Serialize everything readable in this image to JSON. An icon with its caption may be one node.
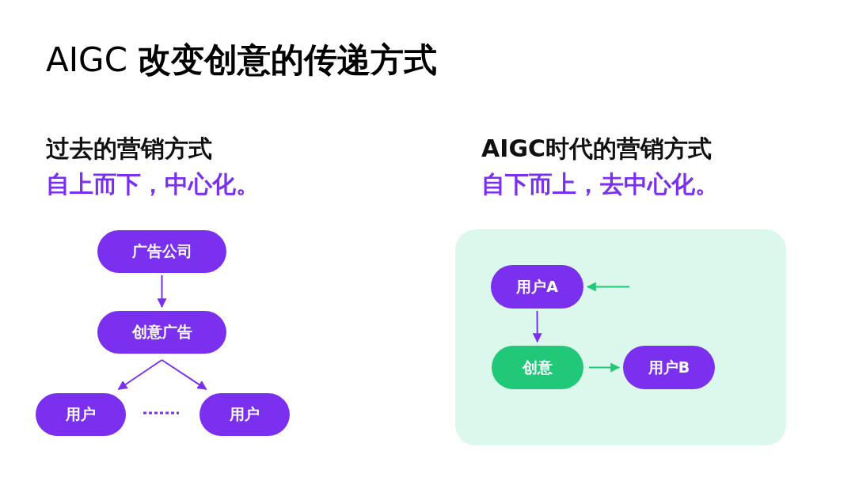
{
  "diagram": {
    "title": "AIGC **改变创意的传递方式**",
    "nodes": [
      {
        "text": [
          "广告公司"
        ]
      },
      {
        "text": [
          "创意广告"
        ]
      },
      {
        "text": [
          "用户"
        ]
      },
      {
        "text": [
          "用户"
        ]
      },
      {
        "text": [],
        "shape": "box"
      },
      {
        "text": [
          "用户A"
        ],
        "in": 4
      },
      {
        "text": [
          "创意"
        ],
        "in": 4
      },
      {
        "text": [
          "用户B"
        ],
        "in": 4
      }
    ],
    "edges": [
      {
        "from": 0,
        "to": 1,
        "arrow": "to"
      },
      {
        "from": 1,
        "to": 2,
        "arrow": "to"
      },
      {
        "from": 1,
        "to": 3,
        "arrow": "to"
      },
      {
        "from": null,
        "to": 5,
        "arrow": "to",
        "color": "#21c877"
      },
      {
        "from": 5,
        "to": 6,
        "arrow": "to"
      },
      {
        "from": 6,
        "to": 7,
        "arrow": "to",
        "color": "#21c877"
      }
    ],
    "labels": [
      "过去的营销方式",
      "自上而下，中心化。",
      "AIGC时代的营销方式",
      "自下而上，去中心化。"
    ]
  }
}
